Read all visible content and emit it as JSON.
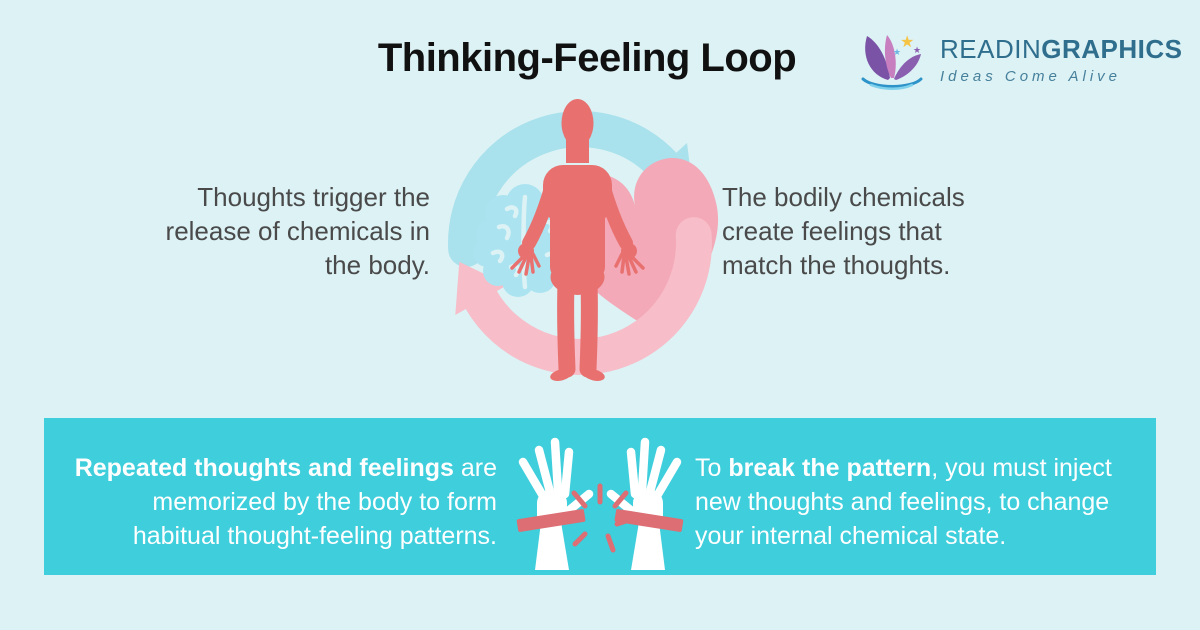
{
  "title": "Thinking-Feeling Loop",
  "logo": {
    "brand_regular": "READIN",
    "brand_bold": "GRAPHICS",
    "tagline": "Ideas Come Alive"
  },
  "loop_section": {
    "left_caption": {
      "full_text": "Thoughts trigger the release of chemicals in the body.",
      "lines": [
        "Thoughts trigger the",
        "release of chemicals in",
        "the body."
      ]
    },
    "right_caption": {
      "full_text": "The bodily chemicals create feelings that match the thoughts.",
      "lines": [
        "The bodily chemicals",
        "create feelings that",
        "match the thoughts."
      ]
    }
  },
  "bottom_band": {
    "left_caption": {
      "line1_bold": "Repeated thoughts and feelings",
      "line1_rest": " are",
      "line2": "memorized by the body to form",
      "line3": "habitual thought-feeling patterns."
    },
    "right_caption": {
      "line1_prefix": "To ",
      "line1_bold": "break the pattern",
      "line1_rest": ", you must inject",
      "line2": "new thoughts and feelings, to change",
      "line3": "your internal chemical state."
    }
  },
  "icons": {
    "center_illustration": "human-body-with-brain-heart-and-loop-arrows",
    "top_arrow": "blue-clockwise-arc-arrow",
    "bottom_arrow": "pink-clockwise-arc-arrow",
    "band_icon": "hands-breaking-bar",
    "logo_mark": "butterfly-book-logo"
  },
  "colors": {
    "background": "#dcf2f5",
    "band": "#3ecedc",
    "figure": "#e87170",
    "heart": "#f3a9b7",
    "arrow_pink": "#f7bdc8",
    "arrow_blue": "#a9e1ec",
    "brain": "#abe4f0",
    "break_bar": "#dc6e74",
    "text_dark": "#4a4a4a",
    "title": "#111111",
    "band_text": "#ffffff",
    "logo_text": "#2f6e8d"
  }
}
